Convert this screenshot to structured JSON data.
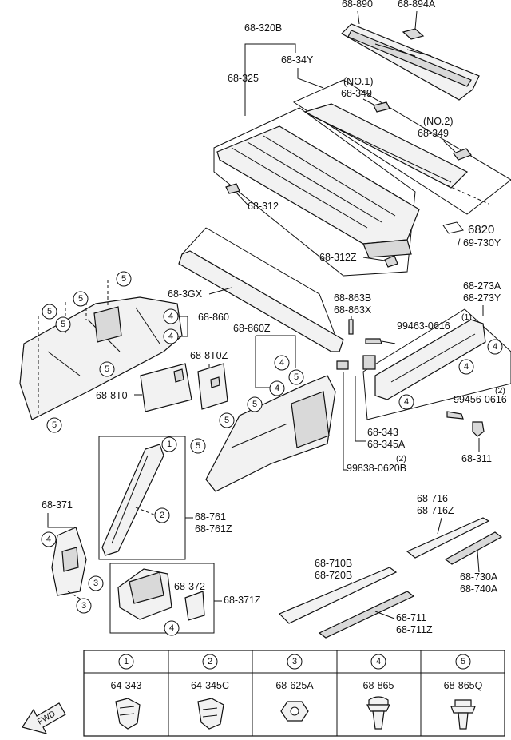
{
  "labels": {
    "p68_890": "68-890",
    "p68_894a": "68-894A",
    "p68_320b": "68-320B",
    "p68_34y": "68-34Y",
    "p68_325": "68-325",
    "no1": "(NO.1)",
    "p68_349a": "68-349",
    "no2": "(NO.2)",
    "p68_349b": "68-349",
    "p68_312": "68-312",
    "p6820": "6820",
    "p69_730y": "/ 69-730Y",
    "p68_312z": "68-312Z",
    "p68_3gx": "68-3GX",
    "p68_863b": "68-863B",
    "p68_863x": "68-863X",
    "p68_273a": "68-273A",
    "p68_273y": "68-273Y",
    "p68_860": "68-860",
    "p68_860z": "68-860Z",
    "qty1": "(1)",
    "p99463": "99463-0616",
    "p68_8t0z": "68-8T0Z",
    "p68_8t0": "68-8T0",
    "qty2a": "(2)",
    "p99456": "99456-0616",
    "p68_343": "68-343",
    "p68_345a": "68-345A",
    "qty2b": "(2)",
    "p99838": "99838-0620B",
    "p68_311": "68-311",
    "p68_371": "68-371",
    "p68_761": "68-761",
    "p68_761z": "68-761Z",
    "p68_716": "68-716",
    "p68_716z": "68-716Z",
    "p68_372": "68-372",
    "p68_371z": "68-371Z",
    "p68_710b": "68-710B",
    "p68_720b": "68-720B",
    "p68_730a": "68-730A",
    "p68_740a": "68-740A",
    "p68_711": "68-711",
    "p68_711z": "68-711Z"
  },
  "callouts": {
    "c1": "1",
    "c2": "2",
    "c3": "3",
    "c4": "4",
    "c5": "5"
  },
  "fastener_table": {
    "columns": [
      {
        "index": "1",
        "part": "64-343"
      },
      {
        "index": "2",
        "part": "64-345C"
      },
      {
        "index": "3",
        "part": "68-625A"
      },
      {
        "index": "4",
        "part": "68-865"
      },
      {
        "index": "5",
        "part": "68-865Q"
      }
    ]
  },
  "fwd_label": "FWD"
}
